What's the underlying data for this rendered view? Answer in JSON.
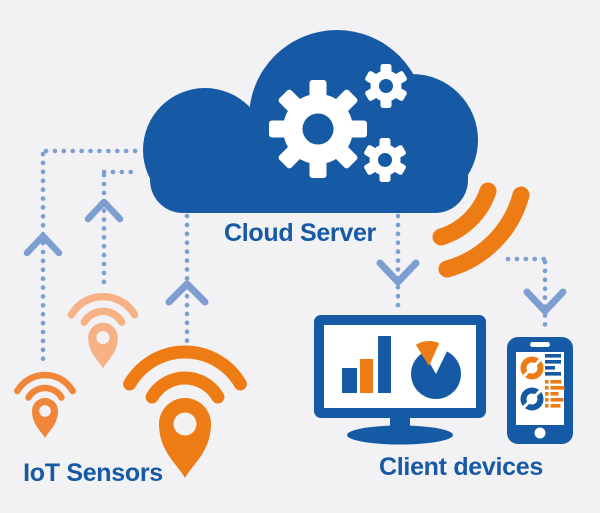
{
  "title": "IoT cloud architecture diagram",
  "colors": {
    "bg": "#f2f1f4",
    "blue": "#1659a4",
    "lightBlue": "#7e9dd1",
    "orange": "#ee7c15",
    "midOrange": "#f0863a",
    "peach": "#f6b285",
    "white": "#ffffff"
  },
  "labels": {
    "cloud_server": "Cloud Server",
    "iot_sensors": "IoT Sensors",
    "client_devices": "Client devices"
  },
  "diagram": {
    "nodes": [
      {
        "id": "cloud-server",
        "label": "Cloud Server",
        "icon": "cloud-with-gears-icon"
      },
      {
        "id": "iot-sensors",
        "label": "IoT Sensors",
        "icons": [
          "location-wifi-sensor-icon-small",
          "location-wifi-sensor-icon-light",
          "location-wifi-sensor-icon-large"
        ]
      },
      {
        "id": "client-devices",
        "label": "Client devices",
        "icons": [
          "monitor-dashboard-icon",
          "smartphone-dashboard-icon"
        ]
      },
      {
        "id": "wireless-signal",
        "icon": "wifi-signal-arcs-icon"
      }
    ],
    "connections": [
      {
        "from": "sensor-small",
        "to": "cloud-server",
        "style": "dotted",
        "arrow": "up"
      },
      {
        "from": "sensor-light",
        "to": "cloud-server",
        "style": "dotted",
        "arrow": "up"
      },
      {
        "from": "sensor-large",
        "to": "cloud-server",
        "style": "dotted",
        "arrow": "up"
      },
      {
        "from": "cloud-server",
        "to": "monitor",
        "style": "dotted",
        "arrow": "down"
      },
      {
        "from": "cloud-server",
        "to": "smartphone",
        "style": "dotted",
        "arrow": "down"
      }
    ]
  }
}
